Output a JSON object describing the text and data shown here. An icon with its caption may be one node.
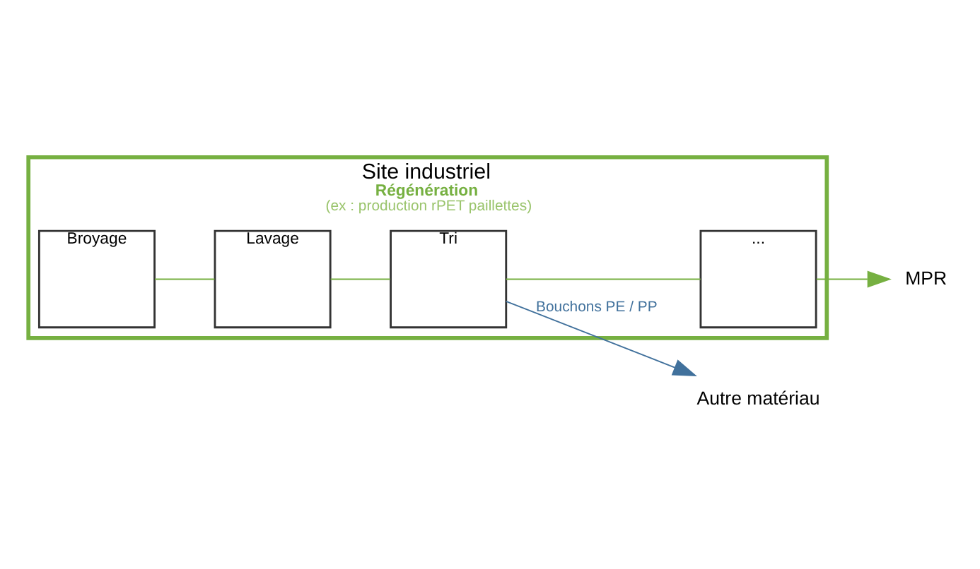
{
  "diagram": {
    "nodes": [
      {
        "text": [
          "Site industriel",
          "Régénération",
          "(ex : production rPET paillettes)"
        ]
      },
      {
        "text": [
          "Broyage"
        ],
        "in": 0
      },
      {
        "text": [
          "Lavage"
        ],
        "in": 0
      },
      {
        "text": [
          "Tri"
        ],
        "in": 0
      },
      {
        "text": [
          "..."
        ],
        "in": 0
      },
      {
        "text": [
          "MPR"
        ]
      },
      {
        "text": [
          "Autre matériau"
        ]
      }
    ],
    "edges": [
      {
        "from": 1,
        "to": 2,
        "arrow": "none"
      },
      {
        "from": 2,
        "to": 3,
        "arrow": "none"
      },
      {
        "from": 3,
        "to": 4,
        "arrow": "none"
      },
      {
        "from": 4,
        "to": 5,
        "arrow": "to"
      },
      {
        "from": 3,
        "to": 6,
        "arrow": "to",
        "label": "Bouchons PE / PP",
        "color": "#41719c"
      }
    ]
  }
}
